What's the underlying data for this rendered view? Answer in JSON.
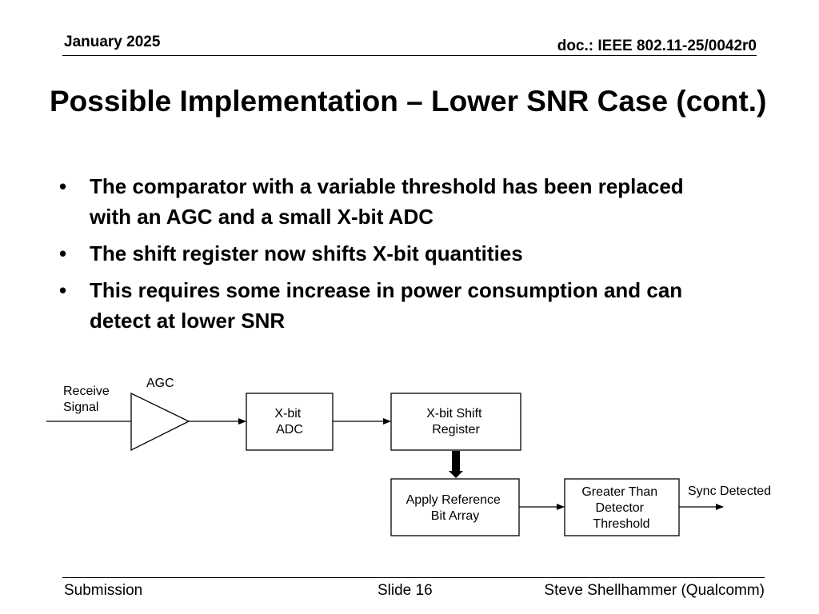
{
  "header": {
    "date": "January 2025",
    "doc": "doc.: IEEE 802.11-25/0042r0"
  },
  "title": "Possible Implementation – Lower SNR Case (cont.)",
  "bullets": [
    {
      "marker": "•",
      "lines": [
        "The comparator with a variable threshold has been replaced",
        "with an AGC and a small X-bit ADC"
      ]
    },
    {
      "marker": "•",
      "lines": [
        "The shift register now shifts X-bit quantities"
      ]
    },
    {
      "marker": "•",
      "lines": [
        "This requires some increase in power consumption and can",
        "detect at lower SNR"
      ]
    }
  ],
  "diagram": {
    "input_label": [
      "Receive",
      "Signal"
    ],
    "agc_label": "AGC",
    "adc_lines": [
      "X-bit",
      "ADC"
    ],
    "shift_lines": [
      "X-bit Shift",
      "Register"
    ],
    "apply_lines": [
      "Apply Reference",
      "Bit Array"
    ],
    "greater_lines": [
      "Greater Than",
      "Detector",
      "Threshold"
    ],
    "output_label": "Sync Detected"
  },
  "footer": {
    "left": "Submission",
    "center": "Slide 16",
    "right": "Steve Shellhammer (Qualcomm)"
  }
}
